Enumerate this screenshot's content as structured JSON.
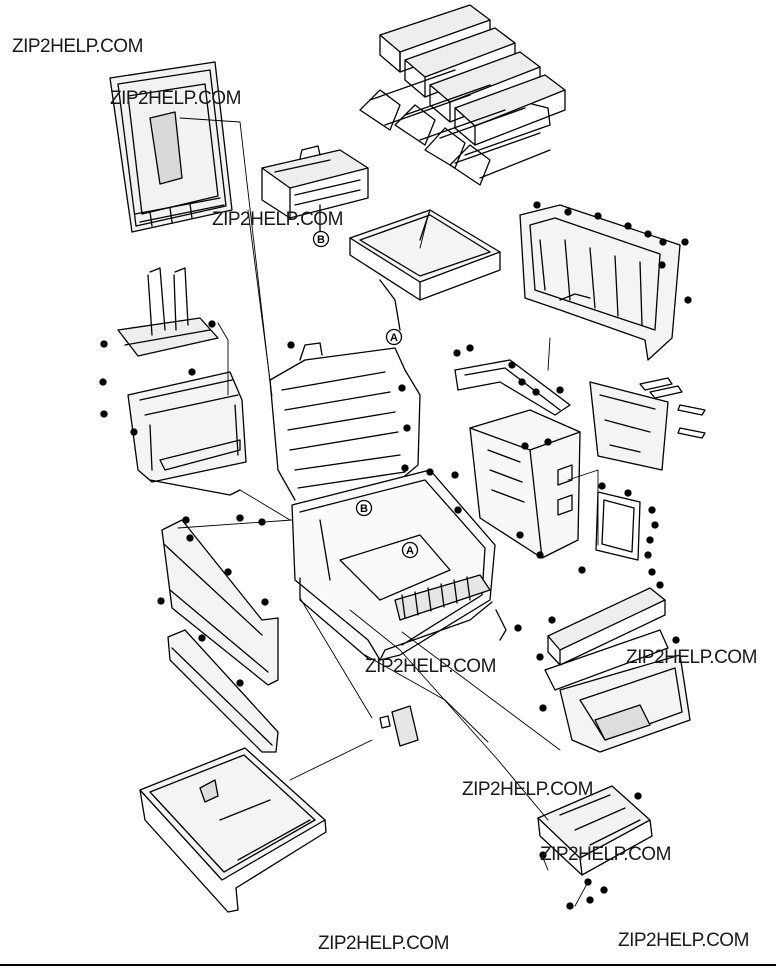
{
  "watermark": {
    "text": "ZIP2HELP.COM"
  },
  "callouts": {
    "a": "A",
    "b": "B"
  }
}
